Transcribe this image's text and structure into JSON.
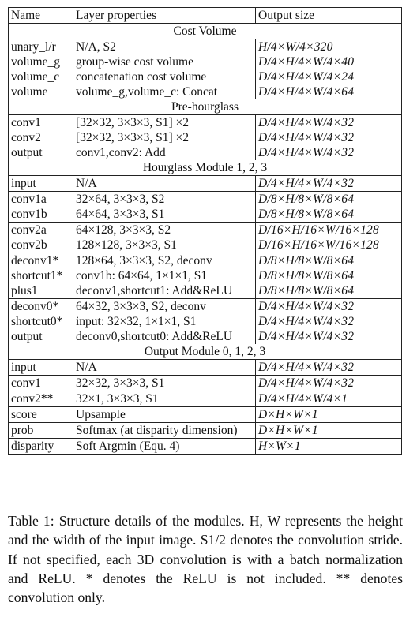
{
  "table": {
    "headers": [
      "Name",
      "Layer properties",
      "Output size"
    ],
    "sections": [
      {
        "title": "Cost Volume",
        "groups": [
          [
            [
              "unary_l/r",
              "N/A, S2",
              "H/4×W/4×320"
            ],
            [
              "volume_g",
              "group-wise cost volume",
              "D/4×H/4×W/4×40"
            ],
            [
              "volume_c",
              "concatenation cost volume",
              "D/4×H/4×W/4×24"
            ],
            [
              "volume",
              "volume_g,volume_c: Concat",
              "D/4×H/4×W/4×64"
            ]
          ]
        ]
      },
      {
        "title": "Pre-hourglass",
        "groups": [
          [
            [
              "conv1",
              "[32×32, 3×3×3, S1] ×2",
              "D/4×H/4×W/4×32"
            ],
            [
              "conv2",
              "[32×32, 3×3×3, S1] ×2",
              "D/4×H/4×W/4×32"
            ],
            [
              "output",
              "conv1,conv2: Add",
              "D/4×H/4×W/4×32"
            ]
          ]
        ]
      },
      {
        "title": "Hourglass Module 1, 2, 3",
        "groups": [
          [
            [
              "input",
              "N/A",
              "D/4×H/4×W/4×32"
            ]
          ],
          [
            [
              "conv1a",
              "32×64, 3×3×3, S2",
              "D/8×H/8×W/8×64"
            ],
            [
              "conv1b",
              "64×64, 3×3×3, S1",
              "D/8×H/8×W/8×64"
            ]
          ],
          [
            [
              "conv2a",
              "64×128, 3×3×3, S2",
              "D/16×H/16×W/16×128"
            ],
            [
              "conv2b",
              "128×128, 3×3×3, S1",
              "D/16×H/16×W/16×128"
            ]
          ],
          [
            [
              "deconv1*",
              "128×64, 3×3×3, S2, deconv",
              "D/8×H/8×W/8×64"
            ],
            [
              "shortcut1*",
              "conv1b: 64×64, 1×1×1, S1",
              "D/8×H/8×W/8×64"
            ],
            [
              "plus1",
              "deconv1,shortcut1: Add&ReLU",
              "D/8×H/8×W/8×64"
            ]
          ],
          [
            [
              "deconv0*",
              "64×32, 3×3×3, S2, deconv",
              "D/4×H/4×W/4×32"
            ],
            [
              "shortcut0*",
              "input: 32×32, 1×1×1, S1",
              "D/4×H/4×W/4×32"
            ],
            [
              "output",
              "deconv0,shortcut0: Add&ReLU",
              "D/4×H/4×W/4×32"
            ]
          ]
        ]
      },
      {
        "title": "Output Module 0, 1, 2, 3",
        "groups": [
          [
            [
              "input",
              "N/A",
              "D/4×H/4×W/4×32"
            ]
          ],
          [
            [
              "conv1",
              "32×32, 3×3×3, S1",
              "D/4×H/4×W/4×32"
            ]
          ],
          [
            [
              "conv2**",
              "32×1, 3×3×3, S1",
              "D/4×H/4×W/4×1"
            ]
          ],
          [
            [
              "score",
              "Upsample",
              "D×H×W×1"
            ]
          ],
          [
            [
              "prob",
              "Softmax (at disparity dimension)",
              "D×H×W×1"
            ]
          ],
          [
            [
              "disparity",
              "Soft Argmin (Equ. 4)",
              "H×W×1"
            ]
          ]
        ]
      }
    ]
  },
  "caption": "Table 1: Structure details of the modules. H, W represents the height and the width of the input image. S1/2 denotes the convolution stride. If not specified, each 3D convolution is with a batch normalization and ReLU. * denotes the ReLU is not included. ** denotes convolution only."
}
